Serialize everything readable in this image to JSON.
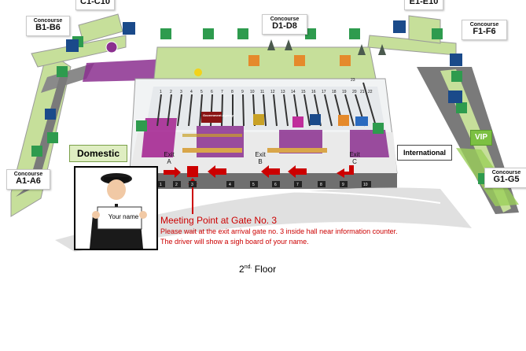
{
  "concourses": {
    "top_left_partial": "C1-C10",
    "b": {
      "small": "Concourse",
      "big": "B1-B6"
    },
    "d": {
      "small": "Concourse",
      "big": "D1-D8"
    },
    "top_right_partial": "E1-E10",
    "f": {
      "small": "Concourse",
      "big": "F1-F6"
    },
    "a": {
      "small": "Concourse",
      "big": "A1-A6"
    },
    "g": {
      "small": "Concourse",
      "big": "G1-G5"
    }
  },
  "zones": {
    "domestic": "Domestic",
    "international": "International",
    "vip": "VIP"
  },
  "exits": {
    "a": {
      "word": "Exit",
      "letter": "A"
    },
    "b": {
      "word": "Exit",
      "letter": "B"
    },
    "c": {
      "word": "Exit",
      "letter": "C"
    }
  },
  "gate_numbers": [
    "1",
    "2",
    "3",
    "4",
    "5",
    "6",
    "7",
    "8",
    "9",
    "10"
  ],
  "belt_numbers": [
    "1",
    "2",
    "3",
    "4",
    "5",
    "6",
    "7",
    "8",
    "9",
    "10",
    "11",
    "12",
    "13",
    "14",
    "15",
    "16",
    "17",
    "18",
    "19",
    "20",
    "21",
    "22"
  ],
  "belt_far": "23",
  "agency_label": "Government Agency",
  "sign": "Your name",
  "meeting_point": {
    "title": "Meeting Point at Gate No. 3",
    "line1": "Please wait at the exit arrival gate no. 3 inside hall near information counter.",
    "line2": "The driver will show a sigh board of your name."
  },
  "floor": {
    "number": "2",
    "suffix": "nd.",
    "word": "Floor"
  },
  "colors": {
    "terminal_green": "#c6df9a",
    "corridor_gray": "#7f7f7f",
    "purple_shop": "#8b2f8f",
    "meeting_red": "#cc0000",
    "restroom_green": "#2e9b4e",
    "info_blue": "#1a4a8a"
  },
  "icons": [
    "restroom-icon",
    "escalator-icon",
    "restaurant-icon",
    "information-icon",
    "airplane-icon",
    "baggage-icon",
    "tree-icon"
  ]
}
